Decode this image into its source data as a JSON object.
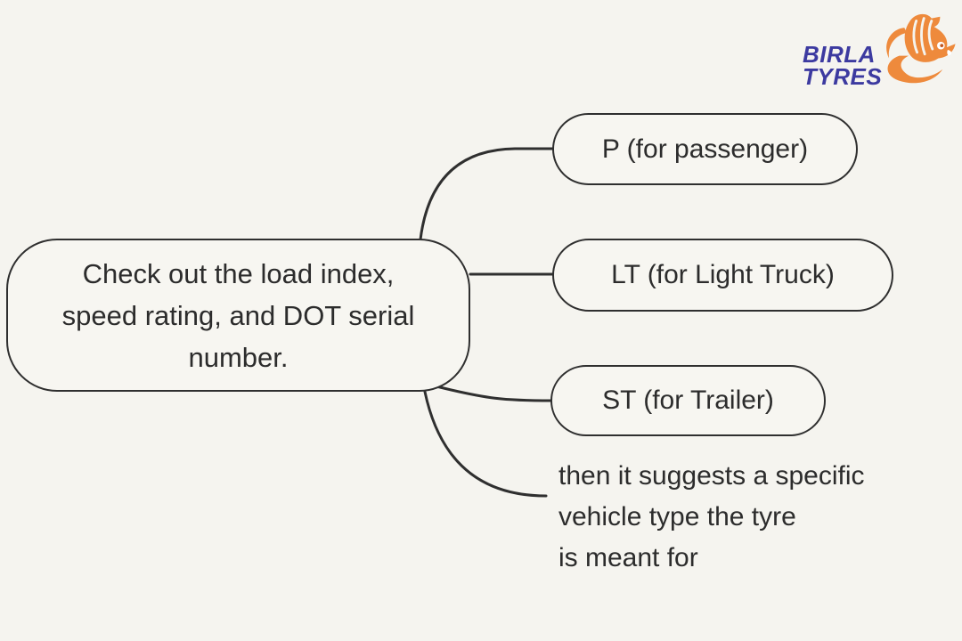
{
  "colors": {
    "background": "#f5f4ef",
    "node_fill": "#f7f6f1",
    "line": "#2f2f2f",
    "text": "#2c2c2c",
    "logo_blue": "#3c3aa0",
    "logo_orange": "#ee8a3c",
    "logo_orange_dark": "#c2571f"
  },
  "logo": {
    "brand": "Birla Tyres",
    "line1": "BIRLA",
    "line2": "TYRES",
    "icon": "tiger-icon"
  },
  "diagram": {
    "root": {
      "line1": "Check out the load index,",
      "line2": "speed rating, and DOT serial",
      "line3": "number."
    },
    "branches": [
      {
        "label": "P (for passenger)"
      },
      {
        "label": "LT (for Light Truck)"
      },
      {
        "label": "ST (for Trailer)"
      }
    ],
    "note": {
      "line1": "then it suggests a specific",
      "line2": "vehicle type the tyre",
      "line3": "is meant for"
    }
  }
}
